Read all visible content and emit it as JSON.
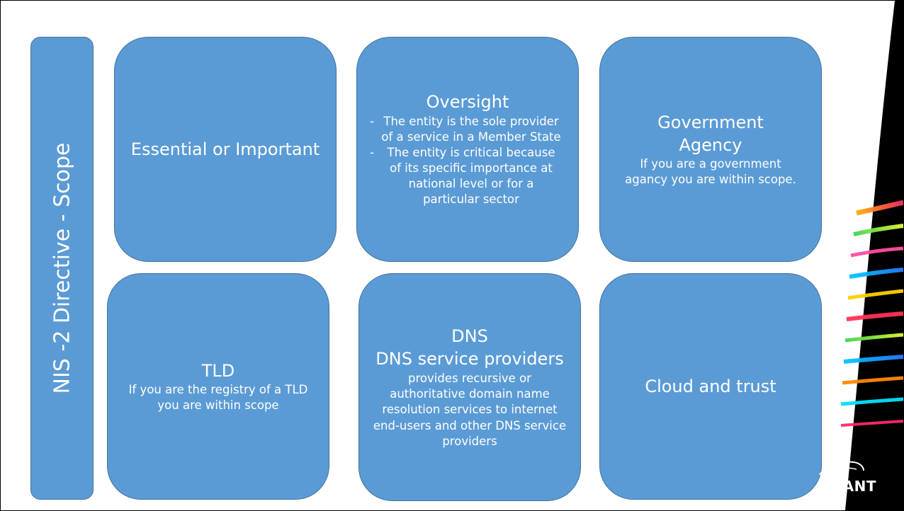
{
  "slide": {
    "vertical_title": "NIS -2 Directive - Scope",
    "boxes": {
      "essential": {
        "title": "Essential or Important"
      },
      "oversight": {
        "title": "Oversight",
        "bullets": [
          "The entity is the sole provider of a service in a Member State",
          "The entity is critical because of its specific importance at national level or for a particular sector"
        ]
      },
      "government": {
        "title": "Government Agency",
        "body": "If you are a government agancy you are within scope."
      },
      "tld": {
        "title": "TLD",
        "body": "If you  are the registry of a TLD you are within scope"
      },
      "dns": {
        "title": "DNS",
        "subtitle": "DNS service providers",
        "body_tail": " provides recursive or authoritative domain name resolution services to internet end-users and other DNS service providers"
      },
      "cloud": {
        "title": "Cloud and trust"
      }
    },
    "logo": {
      "text": "GÉANT",
      "icon": "geant-swoosh-icon"
    },
    "colors": {
      "box_fill": "#5b9bd5",
      "box_border": "#41719c",
      "corner_bg": "#000000"
    }
  }
}
